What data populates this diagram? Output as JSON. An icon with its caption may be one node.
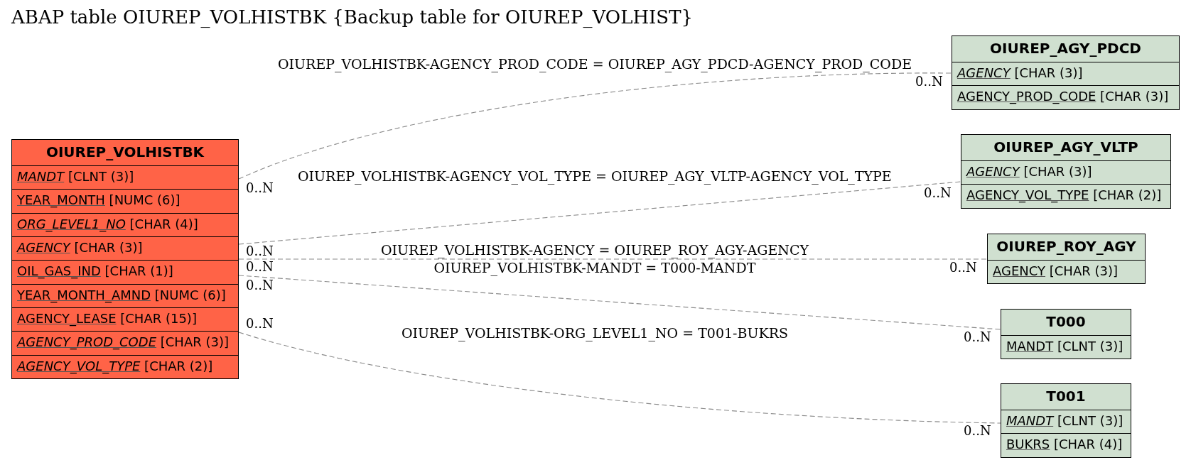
{
  "diagram": {
    "title": "ABAP table OIUREP_VOLHISTBK {Backup table for OIUREP_VOLHIST}",
    "nodes": [
      {
        "text": [
          "OIUREP_VOLHISTBK",
          "*MANDT* [CLNT (3)]",
          "YEAR_MONTH [NUMC (6)]",
          "*ORG_LEVEL1_NO* [CHAR (4)]",
          "*AGENCY* [CHAR (3)]",
          "OIL_GAS_IND [CHAR (1)]",
          "YEAR_MONTH_AMND [NUMC (6)]",
          "AGENCY_LEASE [CHAR (15)]",
          "*AGENCY_PROD_CODE* [CHAR (3)]",
          "*AGENCY_VOL_TYPE* [CHAR (2)]"
        ]
      },
      {
        "text": [
          "OIUREP_AGY_PDCD",
          "*AGENCY* [CHAR (3)]",
          "AGENCY_PROD_CODE [CHAR (3)]"
        ]
      },
      {
        "text": [
          "OIUREP_AGY_VLTP",
          "*AGENCY* [CHAR (3)]",
          "AGENCY_VOL_TYPE [CHAR (2)]"
        ]
      },
      {
        "text": [
          "OIUREP_ROY_AGY",
          "AGENCY [CHAR (3)]"
        ]
      },
      {
        "text": [
          "T000",
          "MANDT [CLNT (3)]"
        ]
      },
      {
        "text": [
          "T001",
          "*MANDT* [CLNT (3)]",
          "BUKRS [CHAR (4)]"
        ]
      }
    ],
    "edges": [
      {
        "from": 0,
        "to": 1,
        "arrow": "none",
        "style": "dashed",
        "label": "OIUREP_VOLHISTBK-AGENCY_PROD_CODE = OIUREP_AGY_PDCD-AGENCY_PROD_CODE"
      },
      {
        "from": 0,
        "to": 2,
        "arrow": "none",
        "style": "dashed",
        "label": "OIUREP_VOLHISTBK-AGENCY_VOL_TYPE = OIUREP_AGY_VLTP-AGENCY_VOL_TYPE"
      },
      {
        "from": 0,
        "to": 3,
        "arrow": "none",
        "style": "dashed",
        "label": "OIUREP_VOLHISTBK-AGENCY = OIUREP_ROY_AGY-AGENCY"
      },
      {
        "from": 0,
        "to": 4,
        "arrow": "none",
        "style": "dashed",
        "label": "OIUREP_VOLHISTBK-MANDT = T000-MANDT"
      },
      {
        "from": 0,
        "to": 5,
        "arrow": "none",
        "style": "dashed",
        "label": "OIUREP_VOLHISTBK-ORG_LEVEL1_NO = T001-BUKRS"
      }
    ],
    "labels": [
      "0..N",
      "0..N",
      "0..N",
      "0..N",
      "0..N",
      "0..N",
      "0..N",
      "0..N",
      "0..N",
      "0..N"
    ]
  }
}
